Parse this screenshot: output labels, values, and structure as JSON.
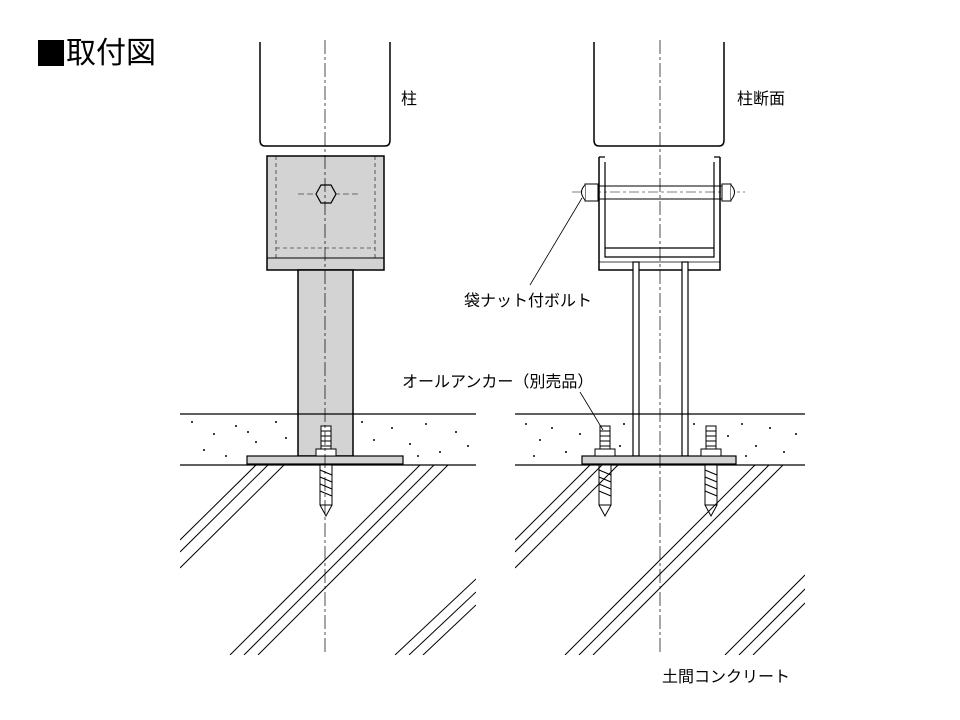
{
  "title": "取付図",
  "labels": {
    "column": "柱",
    "column_section": "柱断面",
    "cap_nut_bolt": "袋ナット付ボルト",
    "all_anchor": "オールアンカー（別売品）",
    "floor_concrete": "土間コンクリート"
  },
  "colors": {
    "fill": "#d3d3d3",
    "line": "#000000"
  }
}
